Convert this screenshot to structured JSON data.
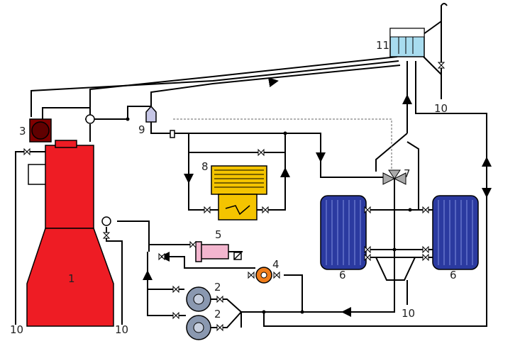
{
  "labels": {
    "engine": "1",
    "pump_a": "2",
    "pump_b": "2",
    "heater": "3",
    "small_pump": "4",
    "filter": "5",
    "cooler_left": "6",
    "cooler_right": "6",
    "three_way_valve": "7",
    "heat_exchanger": "8",
    "deaerator": "9",
    "drain_top": "10",
    "drain_bottom_left": "10",
    "drain_engine": "10",
    "drain_coolers": "10",
    "expansion_tank": "11"
  },
  "colors": {
    "engine": "#ee1c24",
    "heater_body": "#800000",
    "heat_exchanger": "#f4c400",
    "cooler": "#2b3aa0",
    "expansion_tank": "#a8dcef",
    "filter": "#f3b6cf",
    "small_pump": "#f07d1a",
    "main_pumps": "#8a98b0",
    "deaerator": "#c6c6e6"
  }
}
